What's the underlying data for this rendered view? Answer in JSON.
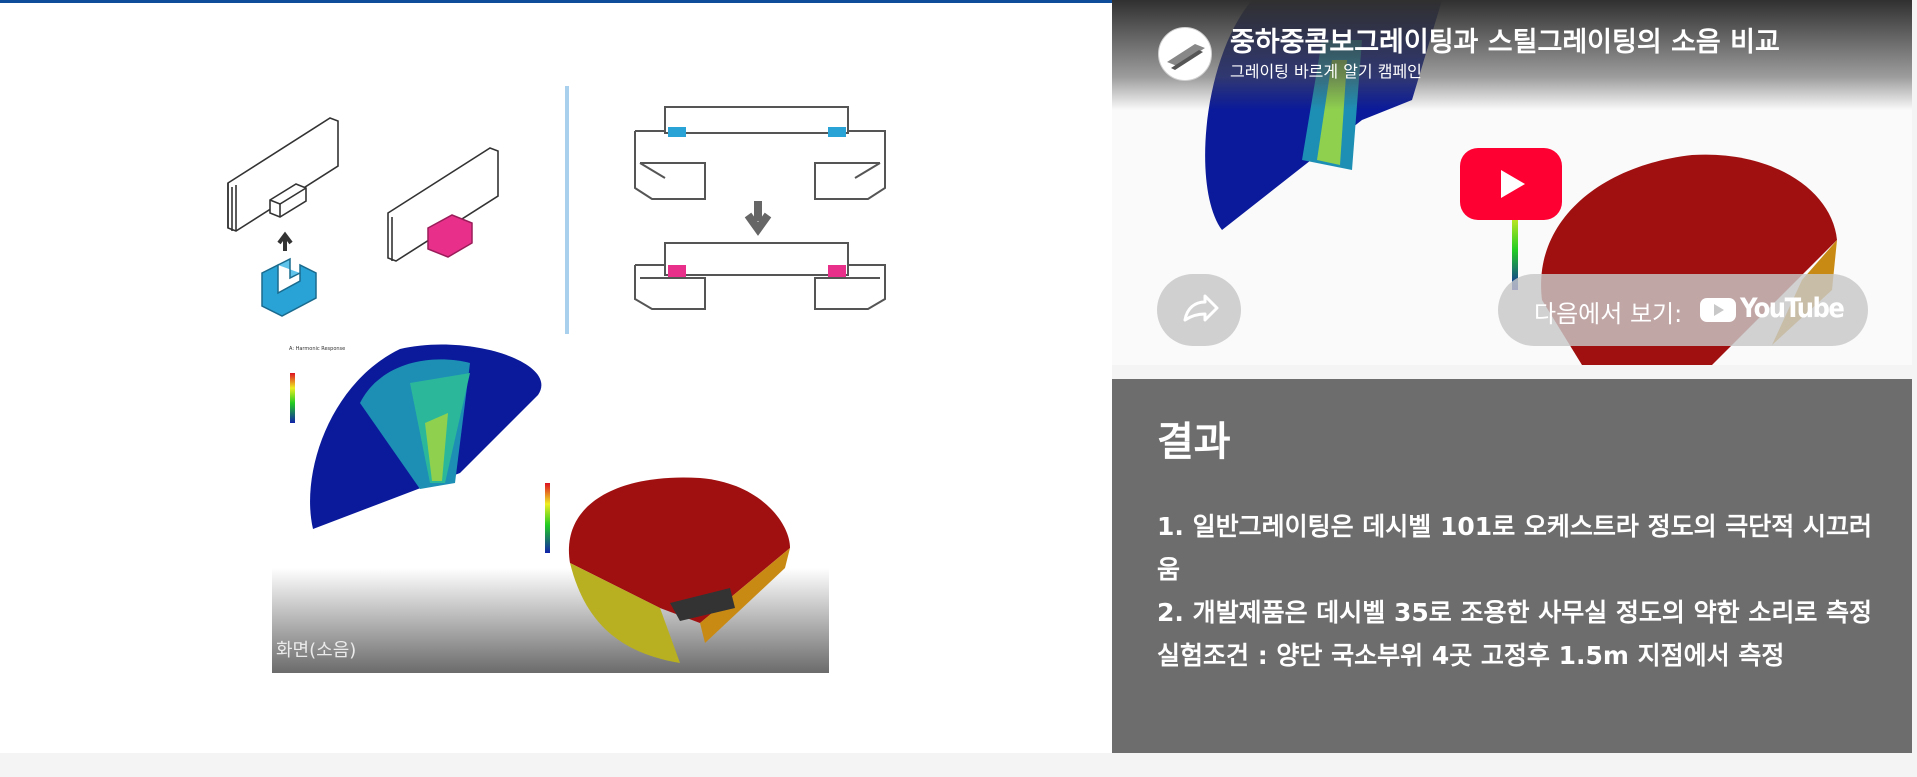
{
  "illustration": {
    "caption": "화면(소음)"
  },
  "video": {
    "title": "중하중콤보그레이팅과 스틸그레이팅의 소음 비교 ",
    "channel": "그레이팅 바르게 알기 캠페인",
    "watch_on_label": "다음에서 보기:",
    "youtube_wordmark": "YouTube",
    "icons": {
      "play": "play-icon",
      "share": "share-icon",
      "youtube": "youtube-logo-icon"
    },
    "colors": {
      "play_button": "#ff0033"
    }
  },
  "results": {
    "heading": "결과",
    "lines": [
      "1. 일반그레이팅은 데시벨 101로 오케스트라 정도의 극단적 시끄러움",
      "2. 개발제품은 데시벨 35로 조용한 사무실 정도의 약한 소리로 측정",
      "실험조건 : 양단 국소부위 4곳 고정후 1.5m 지점에서 측정"
    ],
    "colors": {
      "background": "#6d6d6d",
      "text": "#ffffff"
    }
  }
}
